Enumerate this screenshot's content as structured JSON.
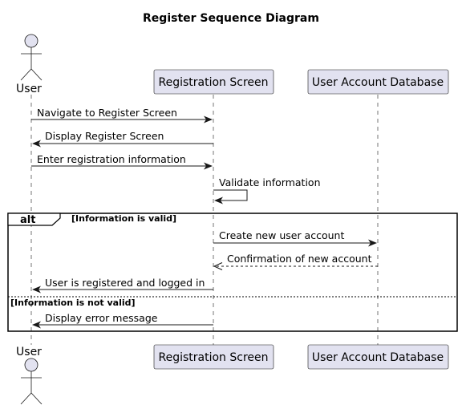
{
  "title": "Register Sequence Diagram",
  "participants": {
    "user": "User",
    "screen": "Registration Screen",
    "db": "User Account Database"
  },
  "messages": [
    "Navigate to Register Screen",
    "Display Register Screen",
    "Enter registration information",
    "Validate information",
    "Create new user account",
    "Confirmation of new account",
    "User is registered and logged in",
    "Display error message"
  ],
  "alt": {
    "keyword": "alt",
    "guard1": "[Information is valid]",
    "guard2": "[Information is not valid]"
  }
}
